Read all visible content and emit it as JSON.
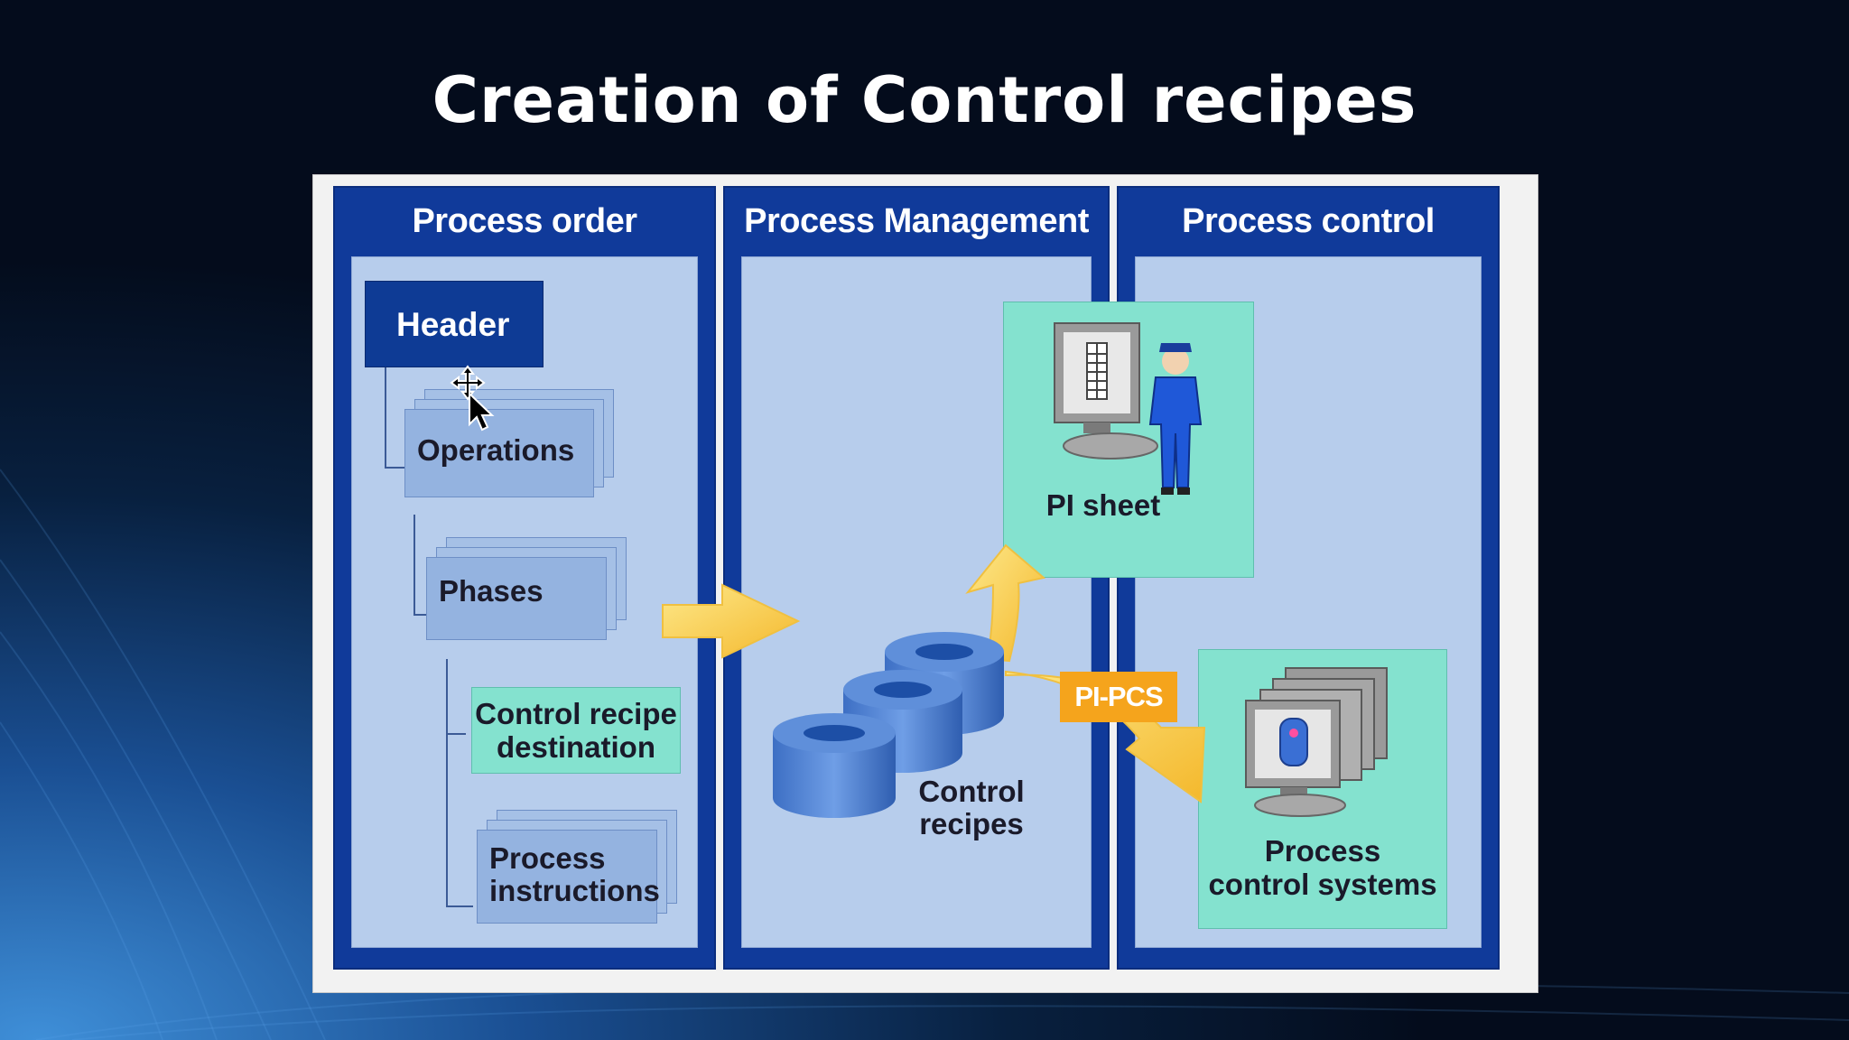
{
  "slide": {
    "title": "Creation of Control recipes"
  },
  "columns": {
    "process_order": "Process order",
    "process_management": "Process Management",
    "process_control": "Process control"
  },
  "process_order": {
    "header": "Header",
    "operations": "Operations",
    "phases": "Phases",
    "control_recipe_destination": [
      "Control recipe",
      "destination"
    ],
    "process_instructions": [
      "Process",
      "instructions"
    ]
  },
  "process_management": {
    "control_recipes": [
      "Control",
      "recipes"
    ],
    "interface_label": "PI-PCS"
  },
  "process_control": {
    "pi_sheet": "PI sheet",
    "process_control_systems": [
      "Process",
      "control systems"
    ]
  },
  "colors": {
    "column_blue": "#103a9a",
    "panel_light_blue": "#b7cdec",
    "teal_box": "#84e2cf",
    "arrow_yellow": "#f6c542",
    "badge_orange": "#f5a41c",
    "cylinder_blue": "#4f82d6"
  },
  "icons": [
    "move-cursor-icon",
    "computer-worker-icon",
    "computer-stack-icon",
    "database-cylinder-icon"
  ]
}
